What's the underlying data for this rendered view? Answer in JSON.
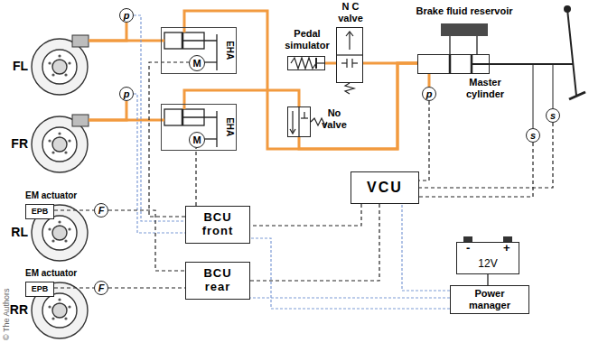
{
  "diagram": {
    "nodes": [
      {
        "text": [
          "N C valve"
        ]
      },
      {
        "text": [
          "Brake fluid reservoir"
        ]
      },
      {
        "text": [
          "FL"
        ]
      },
      {
        "text": [
          "p"
        ]
      },
      {
        "text": [
          "EHA"
        ]
      },
      {
        "text": [
          "M"
        ],
        "in": 4
      },
      {
        "text": [
          "Pedal simulator"
        ]
      },
      {
        "text": [
          "Master cylinder"
        ]
      },
      {
        "text": [
          "FR"
        ]
      },
      {
        "text": [
          "p"
        ]
      },
      {
        "text": [
          "EHA"
        ]
      },
      {
        "text": [
          "M"
        ],
        "in": 10
      },
      {
        "text": [
          "No valve"
        ]
      },
      {
        "text": [
          "p"
        ]
      },
      {
        "text": [
          "s"
        ]
      },
      {
        "text": [
          "s"
        ]
      },
      {
        "text": [
          "VCU"
        ]
      },
      {
        "text": [
          "EPB"
        ]
      },
      {
        "text": [
          "F"
        ]
      },
      {
        "text": [
          "RL"
        ]
      },
      {
        "text": [
          "BCU front"
        ]
      },
      {
        "text": [
          "12V"
        ]
      },
      {
        "text": [
          "EPB"
        ]
      },
      {
        "text": [
          "F"
        ]
      },
      {
        "text": [
          "BCU rear"
        ]
      },
      {
        "text": [
          "RR"
        ]
      },
      {
        "text": [
          "Power manager"
        ]
      }
    ],
    "edges": [
      {
        "from": 2,
        "to": 4,
        "arrow": "none"
      },
      {
        "from": 3,
        "to": 2,
        "arrow": "none"
      },
      {
        "from": 4,
        "to": 7,
        "arrow": "none"
      },
      {
        "from": 6,
        "to": 0,
        "arrow": "none"
      },
      {
        "from": 0,
        "to": 7,
        "arrow": "none"
      },
      {
        "from": 13,
        "to": 7,
        "arrow": "none"
      },
      {
        "from": 8,
        "to": 10,
        "arrow": "none"
      },
      {
        "from": 9,
        "to": 8,
        "arrow": "none"
      },
      {
        "from": 10,
        "to": 12,
        "arrow": "none"
      },
      {
        "from": 12,
        "to": 7,
        "arrow": "none"
      },
      {
        "from": 13,
        "to": 16,
        "arrow": "none"
      },
      {
        "from": 14,
        "to": 16,
        "arrow": "none"
      },
      {
        "from": 15,
        "to": 16,
        "arrow": "none"
      },
      {
        "from": 16,
        "to": 20,
        "arrow": "none"
      },
      {
        "from": 16,
        "to": 24,
        "arrow": "none"
      },
      {
        "from": 20,
        "to": 5,
        "arrow": "none"
      },
      {
        "from": 20,
        "to": 11,
        "arrow": "none"
      },
      {
        "from": 3,
        "to": 20,
        "arrow": "none"
      },
      {
        "from": 9,
        "to": 20,
        "arrow": "none"
      },
      {
        "from": 17,
        "to": 18,
        "arrow": "none"
      },
      {
        "from": 18,
        "to": 24,
        "arrow": "none"
      },
      {
        "from": 22,
        "to": 23,
        "arrow": "none"
      },
      {
        "from": 23,
        "to": 24,
        "arrow": "none"
      },
      {
        "from": 21,
        "to": 26,
        "arrow": "none"
      },
      {
        "from": 26,
        "to": 16,
        "arrow": "none"
      },
      {
        "from": 26,
        "to": 20,
        "arrow": "none"
      },
      {
        "from": 26,
        "to": 24,
        "arrow": "none"
      }
    ],
    "labels": [
      "EM actuator",
      "EM actuator",
      "-",
      "+",
      "© The Authors"
    ]
  }
}
